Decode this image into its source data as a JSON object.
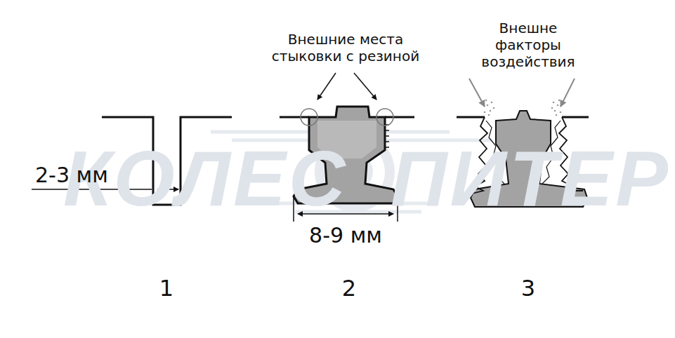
{
  "diagram": {
    "labels": [
      "КОЛЕС",
      "ПИТЕР",
      "2-3 мм",
      "Внешние места стыковки с резиной",
      "8-9 мм",
      "Внешне факторы воздействия",
      "1",
      "2",
      "3"
    ]
  }
}
